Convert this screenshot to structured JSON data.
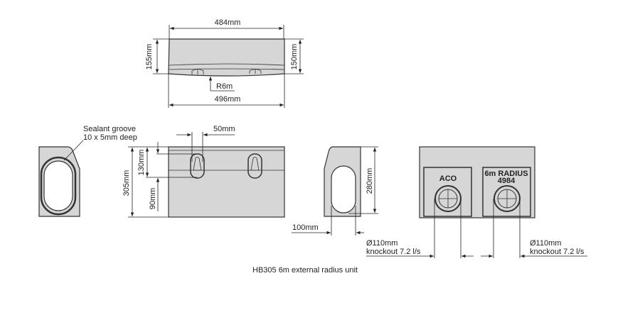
{
  "top_view": {
    "width_top": "484mm",
    "width_bottom": "496mm",
    "height_left": "155mm",
    "height_right": "150mm",
    "radius": "R6m"
  },
  "end_view_left": {
    "note_line1": "Sealant groove",
    "note_line2": "10 x 5mm deep"
  },
  "front_view": {
    "slot_width": "50mm",
    "height_total": "305mm",
    "slot_height": "130mm",
    "slot_bottom": "90mm"
  },
  "end_view_right": {
    "height": "280mm",
    "outlet_offset": "100mm"
  },
  "rear_view": {
    "panel_left_label": "ACO",
    "panel_right_label1": "6m RADIUS",
    "panel_right_label2": "4984",
    "knockout_left": {
      "line1": "Ø110mm",
      "line2": "knockout 7.2 l/s"
    },
    "knockout_right": {
      "line1": "Ø110mm",
      "line2": "knockout 7.2 l/s"
    }
  },
  "caption": "HB305 6m external radius unit"
}
